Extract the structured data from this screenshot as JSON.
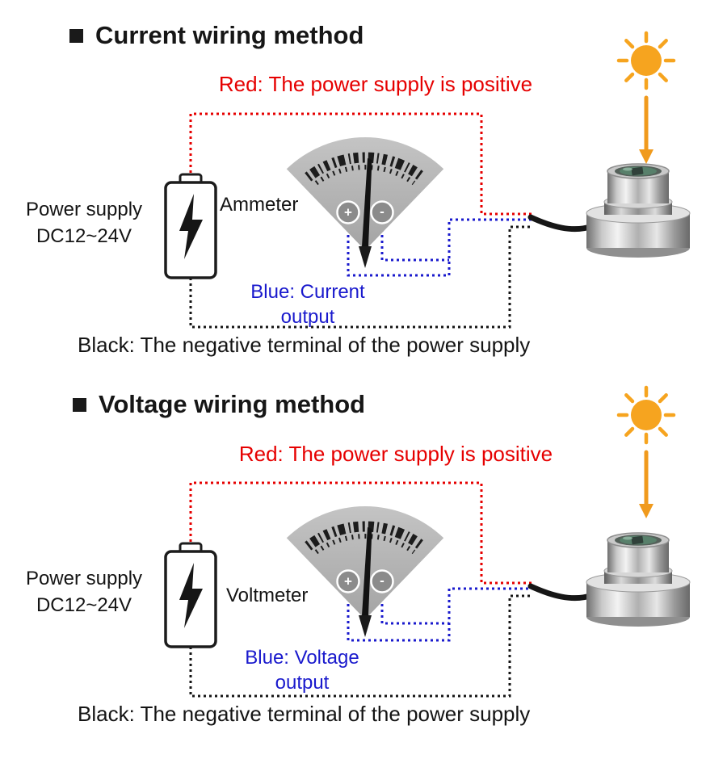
{
  "colors": {
    "wire_red": "#e60000",
    "wire_blue": "#1a1acd",
    "wire_black": "#141414",
    "sun_orange": "#f6a41f",
    "meter_gray": "#b9b9b9"
  },
  "icons": {
    "bullet": "black-square-bullet",
    "sun": "sun-with-rays",
    "arrow": "down-arrow-to-sensor",
    "battery": "power-supply-battery-with-lightning-bolt",
    "meter": "analog-panel-meter",
    "sensor": "stainless-steel-light-sensor"
  },
  "sections": [
    {
      "title": "Current wiring method",
      "red_label": "Red: The power supply is positive",
      "power_supply_line1": "Power supply",
      "power_supply_line2": "DC12~24V",
      "meter_label": "Ammeter",
      "terminal_plus": "+",
      "terminal_minus": "-",
      "blue_label_line1": "Blue: Current",
      "blue_label_line2": "output",
      "black_label": "Black: The negative terminal of the power supply"
    },
    {
      "title": "Voltage wiring method",
      "red_label": "Red: The power supply is positive",
      "power_supply_line1": "Power supply",
      "power_supply_line2": "DC12~24V",
      "meter_label": "Voltmeter",
      "terminal_plus": "+",
      "terminal_minus": "-",
      "blue_label_line1": "Blue: Voltage",
      "blue_label_line2": "output",
      "black_label": "Black: The negative terminal of the power supply"
    }
  ]
}
